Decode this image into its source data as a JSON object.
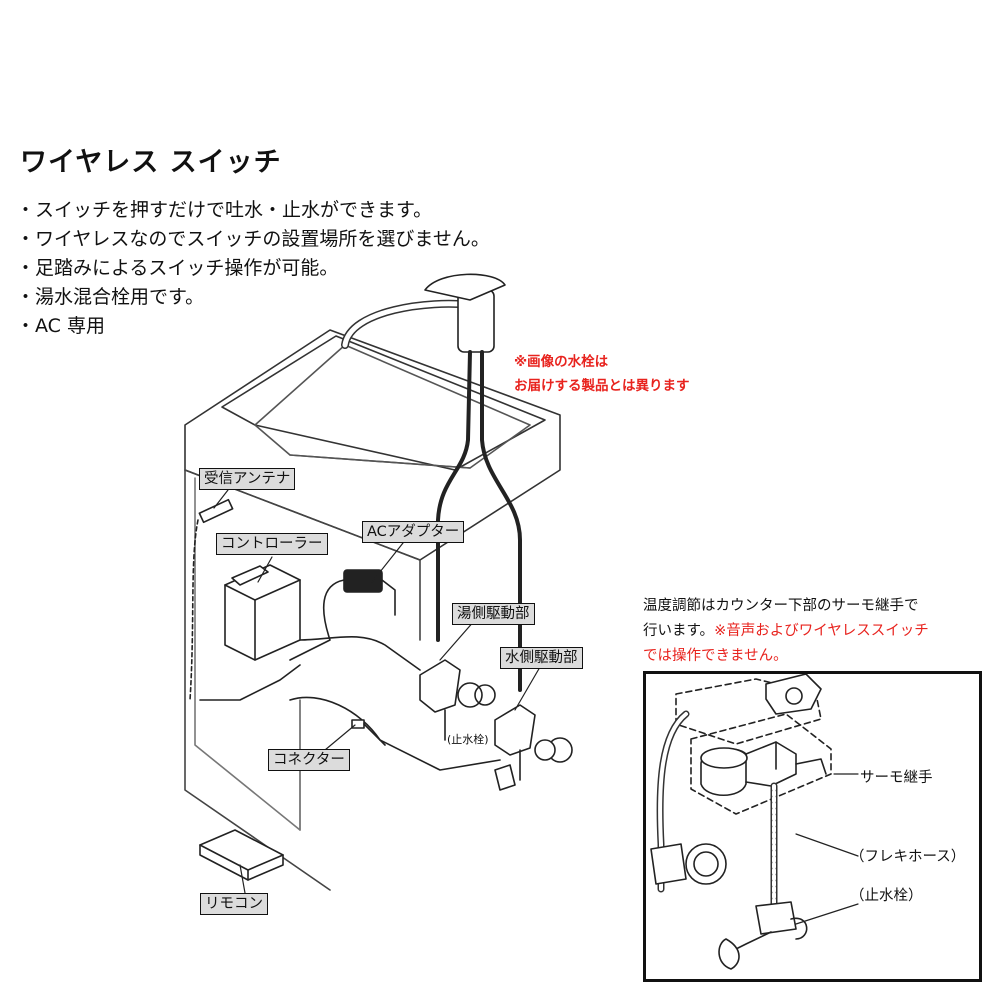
{
  "title": "ワイヤレス スイッチ",
  "features": [
    "・スイッチを押すだけで吐水・止水ができます。",
    "・ワイヤレスなのでスイッチの設置場所を選びません。",
    "・足踏みによるスイッチ操作が可能。",
    "・湯水混合栓用です。",
    "・AC 専用"
  ],
  "image_note": {
    "line1": "※画像の水栓は",
    "line2": "お届けする製品とは異ります"
  },
  "labels": {
    "antenna": "受信アンテナ",
    "ac_adapter": "ACアダプター",
    "controller": "コントローラー",
    "hot_drive": "湯側駆動部",
    "cold_drive": "水側駆動部",
    "connector": "コネクター",
    "remote": "リモコン",
    "stop_valve": "(止水栓)"
  },
  "thermo_note": {
    "line1": "温度調節はカウンター下部のサーモ継手で",
    "line2a": "行います。",
    "line2b": "※音声およびワイヤレススイッチ",
    "line3": "では操作できません。"
  },
  "inset_labels": {
    "thermo_joint": "サーモ継手",
    "flexi_hose": "（フレキホース）",
    "stop_valve": "（止水栓）"
  },
  "colors": {
    "accent_red": "#e8231e",
    "label_bg": "#dcdcdc"
  }
}
